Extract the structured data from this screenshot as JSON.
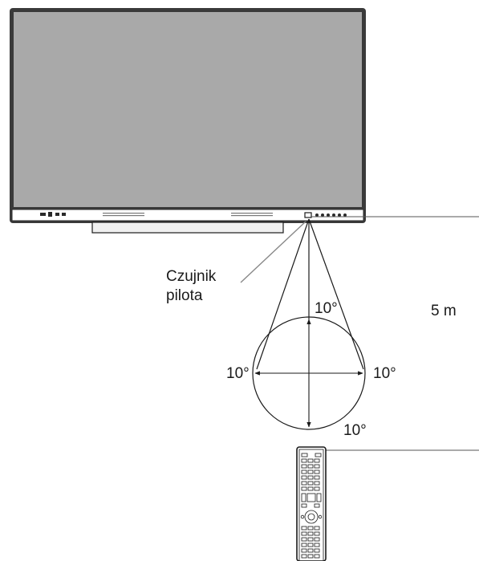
{
  "labels": {
    "sensor_line1": "Czujnik",
    "sensor_line2": "pilota",
    "distance": "5 m",
    "angle_top": "10°",
    "angle_left": "10°",
    "angle_right": "10°",
    "angle_bottom": "10°"
  },
  "colors": {
    "screen": "#a9a9a9",
    "bezel": "#3a3a3a",
    "line": "#1a1a1a",
    "leader": "#888888"
  }
}
